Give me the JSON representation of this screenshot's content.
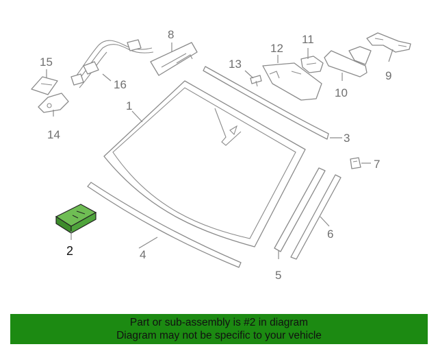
{
  "diagram": {
    "highlighted_part": "2",
    "highlight_color": "#4fa43c",
    "banner_color": "#1c8a12",
    "callouts": {
      "c1": "1",
      "c2": "2",
      "c3": "3",
      "c4": "4",
      "c5": "5",
      "c6": "6",
      "c7": "7",
      "c8": "8",
      "c9": "9",
      "c10": "10",
      "c11": "11",
      "c12": "12",
      "c13": "13",
      "c14": "14",
      "c15": "15",
      "c16": "16"
    }
  },
  "banner": {
    "line1": "Part or sub-assembly is #2 in diagram",
    "line2": "Diagram may not be specific to your vehicle"
  }
}
